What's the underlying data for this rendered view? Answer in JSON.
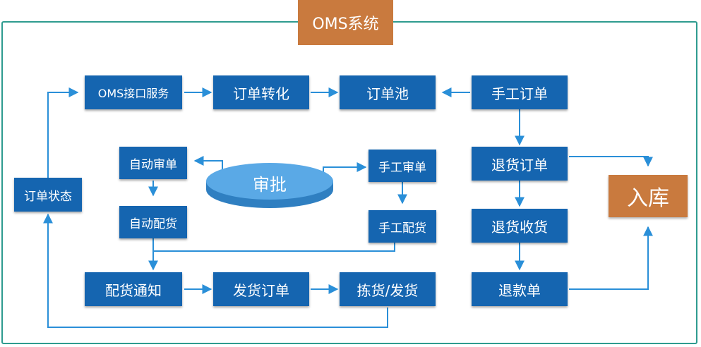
{
  "title": "OMS系统",
  "nodes": {
    "oms_interface": "OMS接口服务",
    "order_convert": "订单转化",
    "order_pool": "订单池",
    "manual_order": "手工订单",
    "auto_review": "自动审单",
    "approval": "审批",
    "manual_review": "手工审单",
    "return_order": "退货订单",
    "warehouse_in": "入库",
    "order_status": "订单状态",
    "auto_allocate": "自动配货",
    "manual_allocate": "手工配货",
    "return_receive": "退货收货",
    "allocate_notice": "配货通知",
    "ship_order": "发货订单",
    "pick_ship": "拣货/发货",
    "refund": "退款单"
  },
  "colors": {
    "box": "#1565b0",
    "accent": "#c97a3e",
    "arrow": "#2a8fd8",
    "frame": "#2e9b8f",
    "disk": "#5aa9e6"
  }
}
